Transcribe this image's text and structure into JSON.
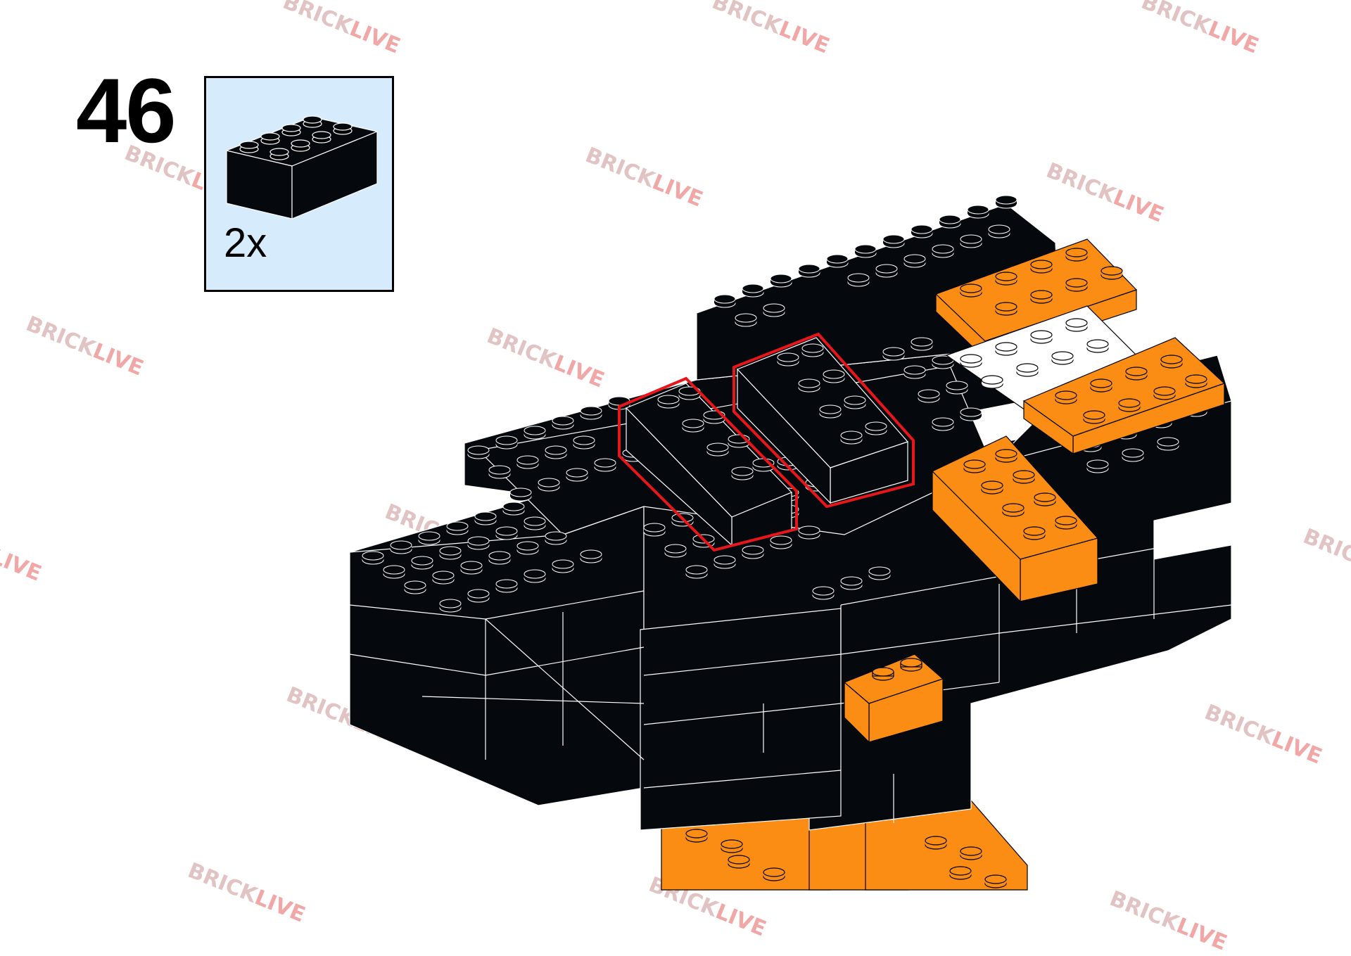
{
  "step": {
    "number": "46"
  },
  "parts_list": [
    {
      "part": "2x4 brick",
      "color": "#05080d",
      "quantity": "2x"
    }
  ],
  "watermark": {
    "part1": "BRICK",
    "part2": "LIVE",
    "part1_color": "#e2c3c3",
    "part2_color": "#f2a7a7"
  },
  "colors": {
    "black_brick": "#05080d",
    "orange_brick": "#fb8c14",
    "white_brick": "#ffffff",
    "highlight_outline": "#e8161a",
    "callout_bg": "#d6ecfc"
  }
}
